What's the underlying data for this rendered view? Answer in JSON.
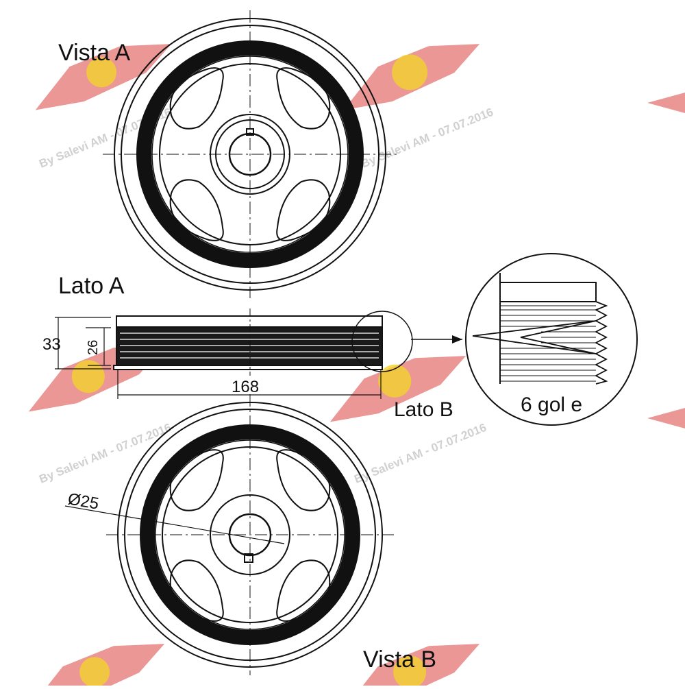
{
  "labels": {
    "view_a": "Vista A",
    "view_b": "Vista B",
    "side_a": "Lato A",
    "side_b": "Lato B",
    "grooves": "6 gol e"
  },
  "dimensions": {
    "height_outer": "33",
    "height_inner": "26",
    "diameter": "168",
    "bore": "Ø25"
  },
  "watermark": {
    "text": "By Salevi AM - 07.07.2016"
  },
  "colors": {
    "line": "#111111",
    "watermark_text": "#c8c8c8",
    "stamp_red": "#d9423e",
    "stamp_gold": "#f2d22e"
  }
}
